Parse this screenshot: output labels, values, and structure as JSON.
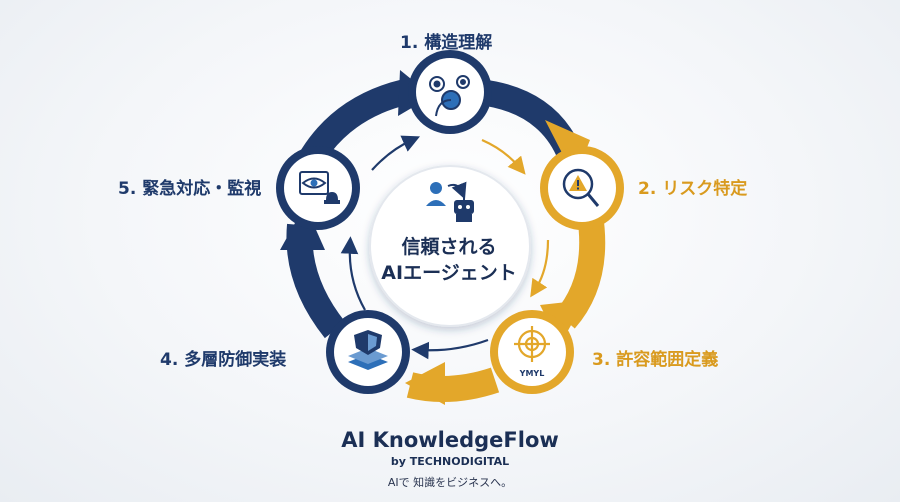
{
  "steps": [
    {
      "label": "1. 構造理解",
      "icon": "gears-brain-icon"
    },
    {
      "label": "2. リスク特定",
      "icon": "warning-magnifier-icon"
    },
    {
      "label": "3. 許容範囲定義",
      "icon": "target-icon",
      "badge": "YMYL"
    },
    {
      "label": "4. 多層防御実装",
      "icon": "layered-shield-icon"
    },
    {
      "label": "5. 緊急対応・監視",
      "icon": "eye-alarm-icon"
    }
  ],
  "center": {
    "line1": "信頼される",
    "line2": "AIエージェント",
    "icon": "human-robot-icon"
  },
  "brand": {
    "title": "AI KnowledgeFlow",
    "by": "by TECHNODIGITAL",
    "tagline": "AIで 知識をビジネスへ。"
  },
  "colors": {
    "navy": "#1f3a6b",
    "gold": "#e3a72a",
    "text": "#1b2f55"
  }
}
